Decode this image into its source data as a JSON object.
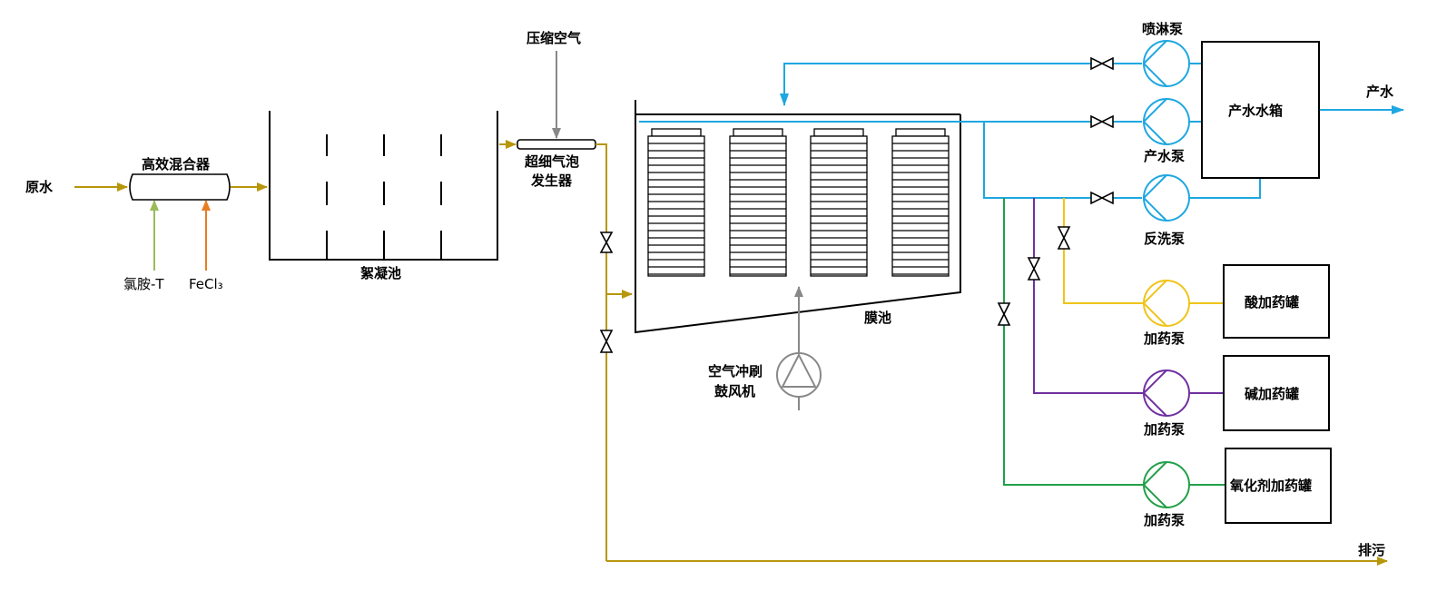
{
  "labels": {
    "raw_water": "原水",
    "mixer": "高效混合器",
    "chemical_1": "氯胺-T",
    "chemical_2": "FeCl₃",
    "flocculation_tank": "絮凝池",
    "compressed_air": "压缩空气",
    "bubble_gen_line1": "超细气泡",
    "bubble_gen_line2": "发生器",
    "membrane_tank": "膜池",
    "blower_line1": "空气冲刷",
    "blower_line2": "鼓风机",
    "spray_pump": "喷淋泵",
    "product_pump": "产水泵",
    "backwash_pump": "反洗泵",
    "dosing_pump_acid": "加药泵",
    "dosing_pump_alkali": "加药泵",
    "dosing_pump_oxidant": "加药泵",
    "product_tank": "产水水箱",
    "product_water": "产水",
    "acid_tank": "酸加药罐",
    "alkali_tank": "碱加药罐",
    "oxidant_tank": "氧化剂加药罐",
    "drain": "排污"
  },
  "colors": {
    "raw_line": "#b8960c",
    "chem1_line": "#9bbb59",
    "chem2_line": "#e67e22",
    "air_line": "#888888",
    "clean_water_line": "#1ea7e1",
    "acid_line": "#f0c419",
    "alkali_line": "#7030a0",
    "oxidant_line": "#21a048",
    "equipment": "#000000"
  }
}
